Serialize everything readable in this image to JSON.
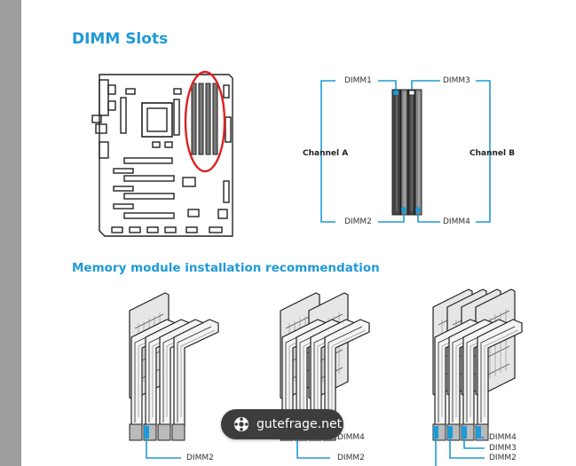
{
  "heading": "DIMM Slots",
  "subheading": "Memory module installation recommendation",
  "slots": {
    "dimm1": "DIMM1",
    "dimm2": "DIMM2",
    "dimm3": "DIMM3",
    "dimm4": "DIMM4",
    "channel_a": "Channel A",
    "channel_b": "Channel B"
  },
  "config1": {
    "labels": [
      "DIMM2"
    ]
  },
  "config2": {
    "labels": [
      "DIMM4",
      "DIMM2"
    ]
  },
  "config3": {
    "labels": [
      "DIMM4",
      "DIMM3",
      "DIMM2"
    ]
  },
  "toast": {
    "icon": "gutefrage-logo-icon",
    "text": "gutefrage.net"
  },
  "colors": {
    "accent": "#1e9ad6",
    "highlight": "#e02020",
    "toast_bg": "#3d3d3d"
  }
}
